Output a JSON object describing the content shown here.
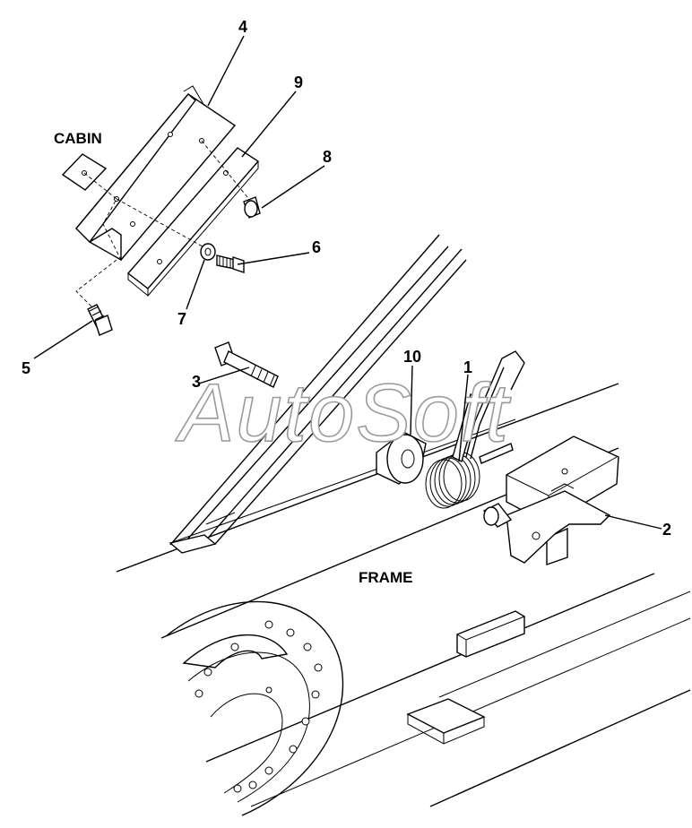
{
  "diagram": {
    "labels": {
      "cabin": "CABIN",
      "frame": "FRAME"
    },
    "watermark": "AutoSoft",
    "callouts": [
      {
        "id": "c1",
        "text": "1"
      },
      {
        "id": "c2",
        "text": "2"
      },
      {
        "id": "c3",
        "text": "3"
      },
      {
        "id": "c4",
        "text": "4"
      },
      {
        "id": "c5",
        "text": "5"
      },
      {
        "id": "c6",
        "text": "6"
      },
      {
        "id": "c7",
        "text": "7"
      },
      {
        "id": "c8",
        "text": "8"
      },
      {
        "id": "c9",
        "text": "9"
      },
      {
        "id": "c10",
        "text": "10"
      }
    ]
  }
}
